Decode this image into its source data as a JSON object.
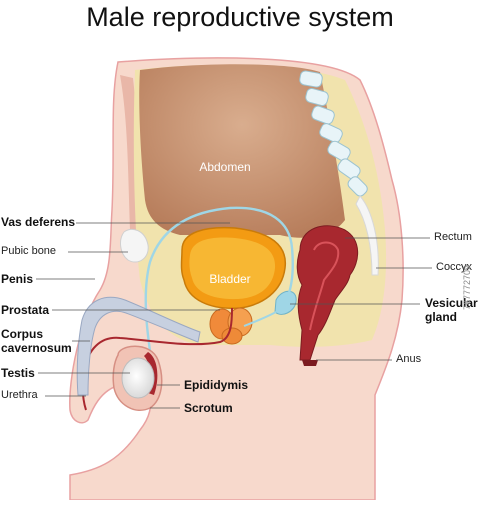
{
  "title": "Male reproductive system",
  "organ_labels": {
    "abdomen": "Abdomen",
    "bladder": "Bladder"
  },
  "labels": {
    "vas_deferens": "Vas deferens",
    "pubic_bone": "Pubic bone",
    "penis": "Penis",
    "prostata": "Prostata",
    "corpus_line1": "Corpus",
    "corpus_line2": "cavernosum",
    "testis": "Testis",
    "urethra": "Urethra",
    "epididymis": "Epididymis",
    "scrotum": "Scrotum",
    "rectum": "Rectum",
    "coccyx": "Coccyx",
    "vesicular_line1": "Vesicular",
    "vesicular_line2": "gland",
    "anus": "Anus"
  },
  "watermark": "767772709",
  "colors": {
    "skin": "#f7d9cc",
    "skin_outline": "#e8a1a1",
    "abdomen": "#c9926e",
    "fat": "#f1e3ad",
    "bladder": "#f39b13",
    "bladder_inner": "#f7b733",
    "rectum": "#a8282f",
    "vas_deferens": "#9fd6e6",
    "bone": "#f5f5f5"
  }
}
